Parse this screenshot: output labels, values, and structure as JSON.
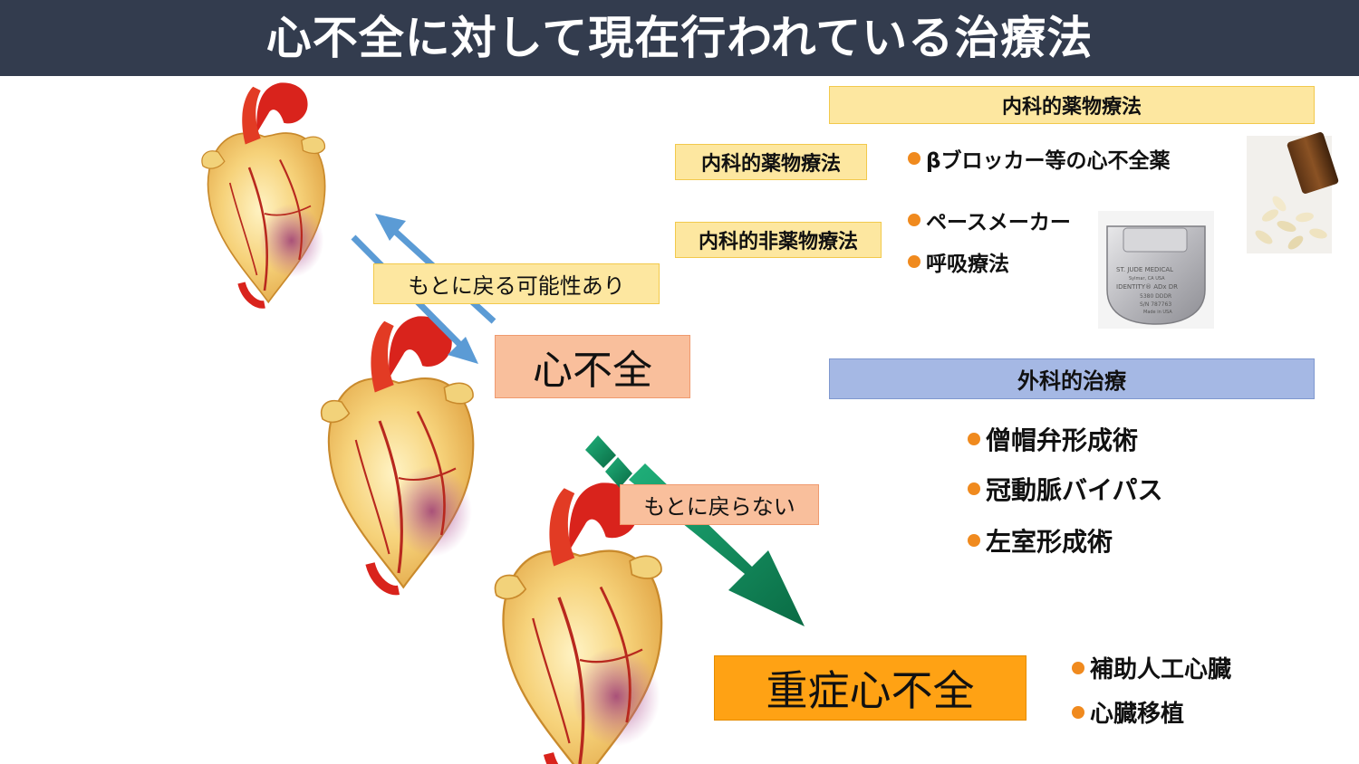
{
  "title": "心不全に対して現在行われている治療法",
  "labels": {
    "heart_failure": "心不全",
    "severe_heart_failure": "重症心不全",
    "can_return": "もとに戻る可能性あり",
    "cannot_return": "もとに戻らない"
  },
  "medical_section": {
    "header": "内科的薬物療法",
    "drug_label": "内科的薬物療法",
    "non_drug_label": "内科的非薬物療法",
    "drug_items": [
      "βブロッカー等の心不全薬"
    ],
    "non_drug_items": [
      "ペースメーカー",
      "呼吸療法"
    ]
  },
  "surgical_section": {
    "header": "外科的治療",
    "items": [
      "僧帽弁形成術",
      "冠動脈バイパス",
      "左室形成術"
    ]
  },
  "severe_items": [
    "補助人工心臓",
    "心臓移植"
  ],
  "device_text": {
    "line1": "ST. JUDE MEDICAL",
    "line2": "Sylmar, CA USA",
    "line3": "IDENTITY® ADx DR",
    "line4": "5380 DDDR",
    "line5": "S/N 787763",
    "line6": "Made in USA"
  },
  "colors": {
    "title_bg": "#333c4e",
    "bullet": "#f08a1e",
    "yellow_box": "#fde7a0",
    "salmon_box": "#f9bf9c",
    "blue_box": "#a5b8e4",
    "orange_box": "#ffa214",
    "blue_arrow": "#5b9bd5",
    "green_arrow": "#0f8f5a"
  },
  "icons": [
    "heart-illustration",
    "pill-bottle-image",
    "pacemaker-image"
  ]
}
